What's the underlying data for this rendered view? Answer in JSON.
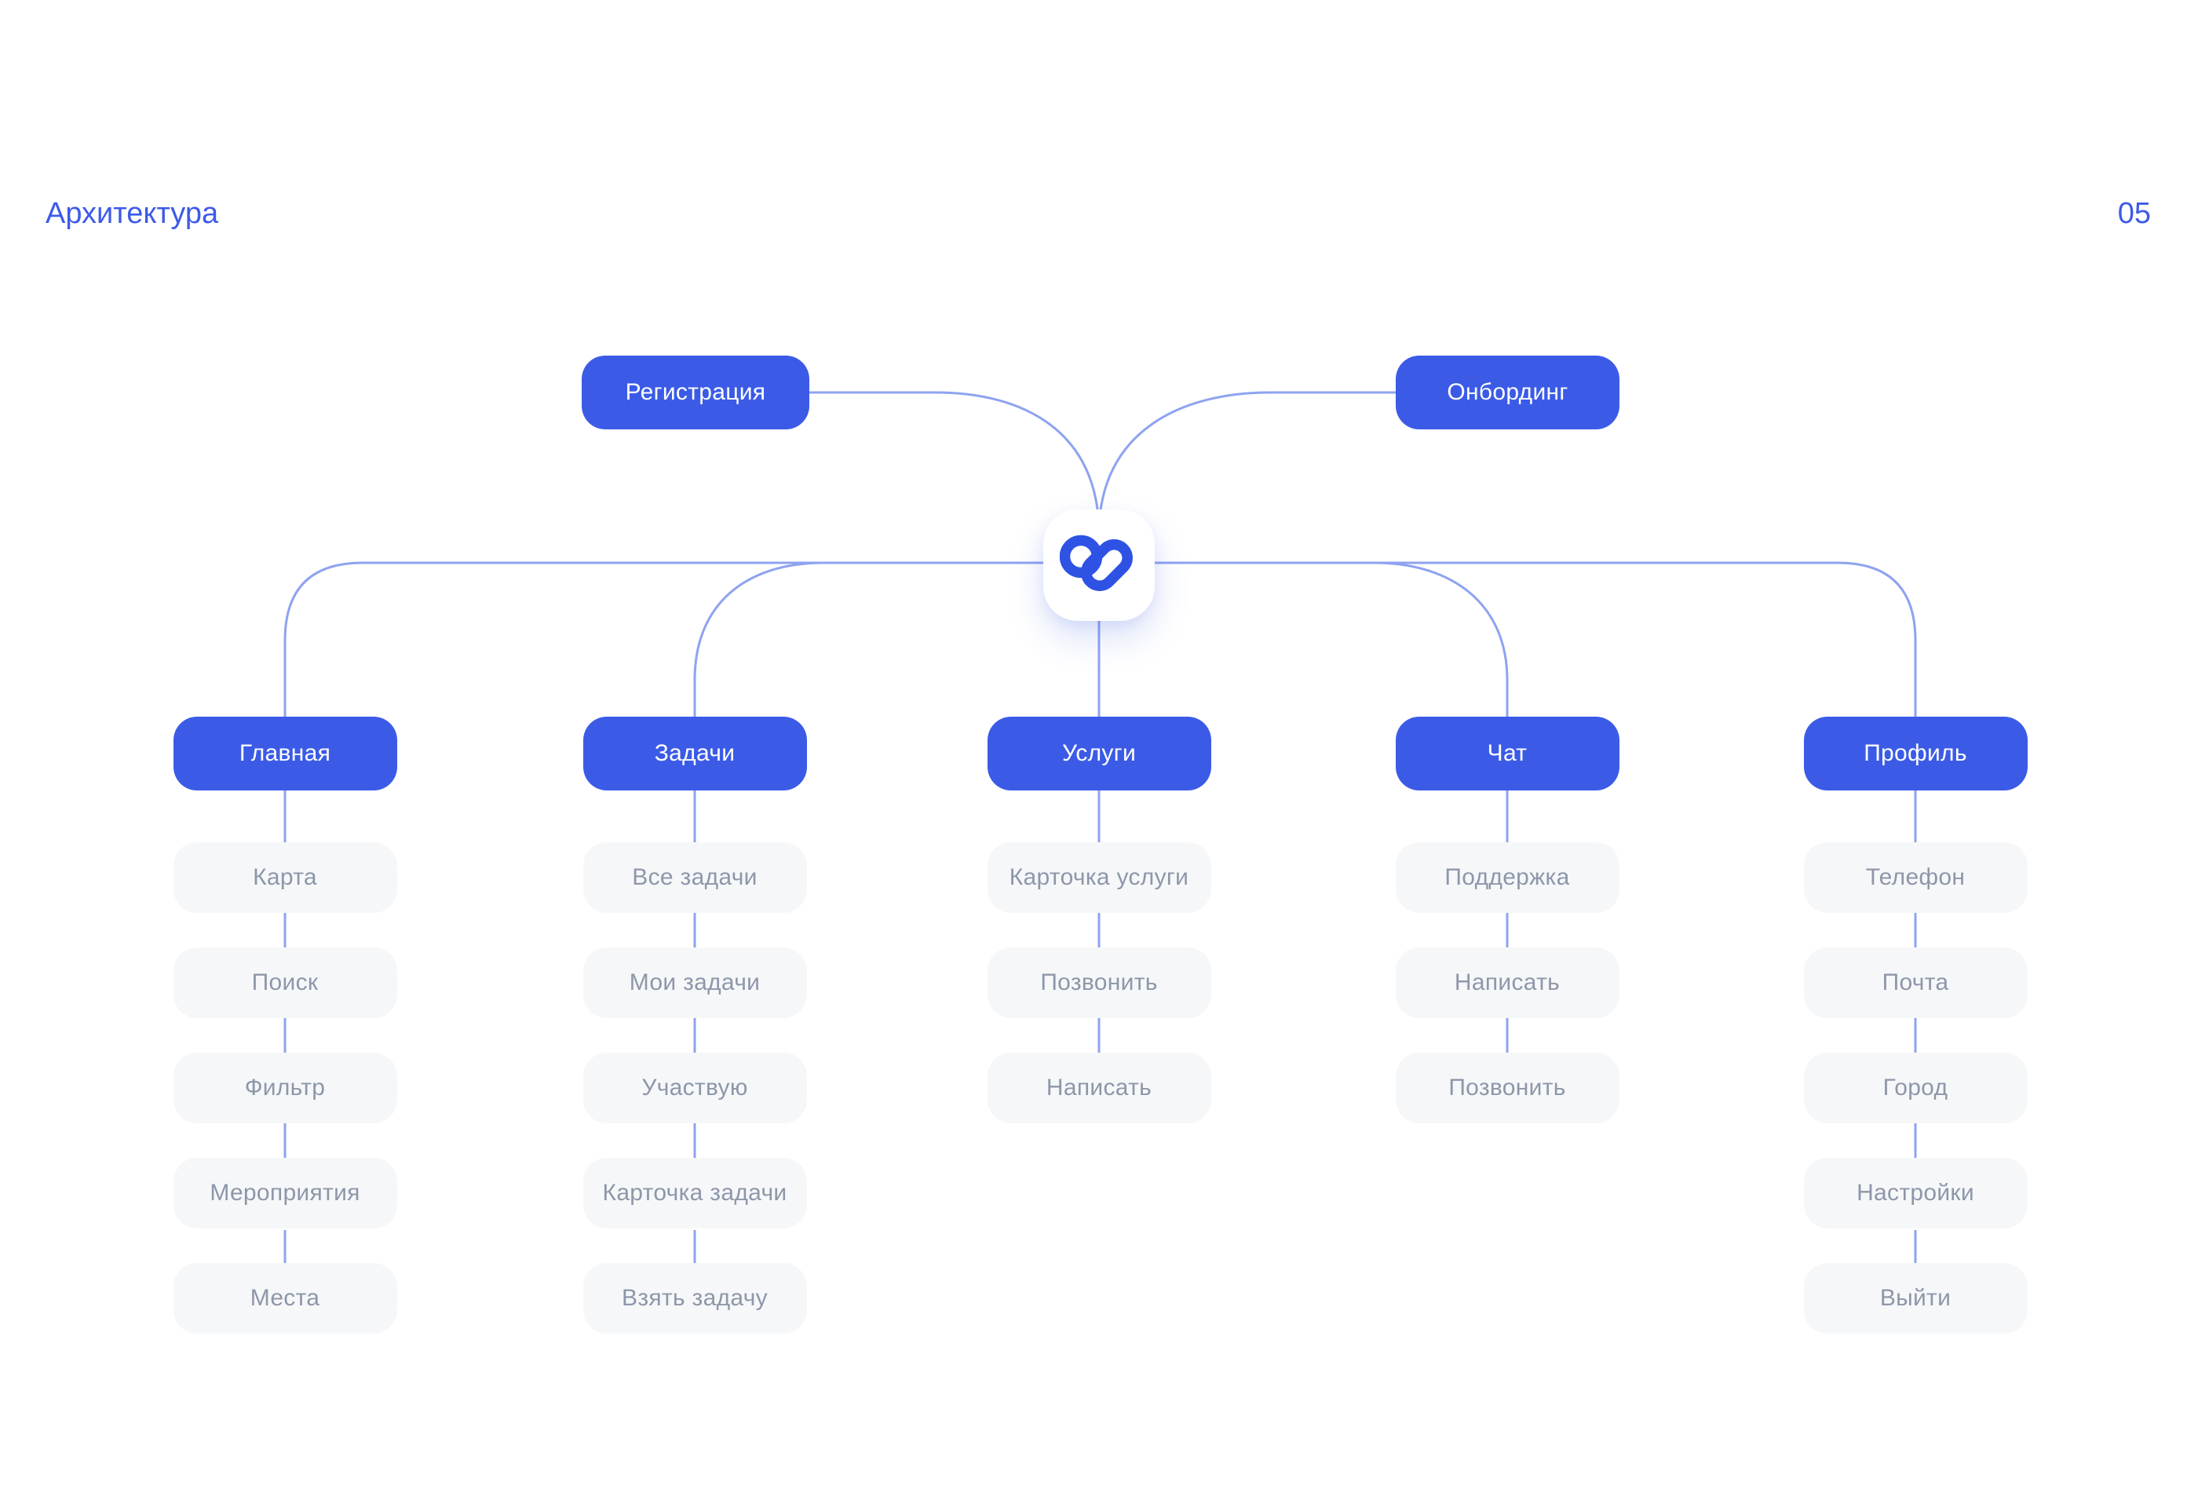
{
  "header": {
    "title": "Архитектура",
    "page_number": "05"
  },
  "colors": {
    "accent": "#3B5BE7",
    "logo_blue": "#2E52E4",
    "connector_line": "#8EA3F0",
    "sub_node_bg": "#F6F7F9",
    "sub_node_text": "#8D97A9",
    "title_text": "#3D5AE8"
  },
  "top_nodes": [
    {
      "label": "Регистрация"
    },
    {
      "label": "Онбординг"
    }
  ],
  "logo": {
    "name": "heart-logo"
  },
  "columns": [
    {
      "label": "Главная",
      "children": [
        "Карта",
        "Поиск",
        "Фильтр",
        "Мероприятия",
        "Места"
      ]
    },
    {
      "label": "Задачи",
      "children": [
        "Все задачи",
        "Мои задачи",
        "Участвую",
        "Карточка задачи",
        "Взять задачу"
      ]
    },
    {
      "label": "Услуги",
      "children": [
        "Карточка услуги",
        "Позвонить",
        "Написать"
      ]
    },
    {
      "label": "Чат",
      "children": [
        "Поддержка",
        "Написать",
        "Позвонить"
      ]
    },
    {
      "label": "Профиль",
      "children": [
        "Телефон",
        "Почта",
        "Город",
        "Настройки",
        "Выйти"
      ]
    }
  ]
}
